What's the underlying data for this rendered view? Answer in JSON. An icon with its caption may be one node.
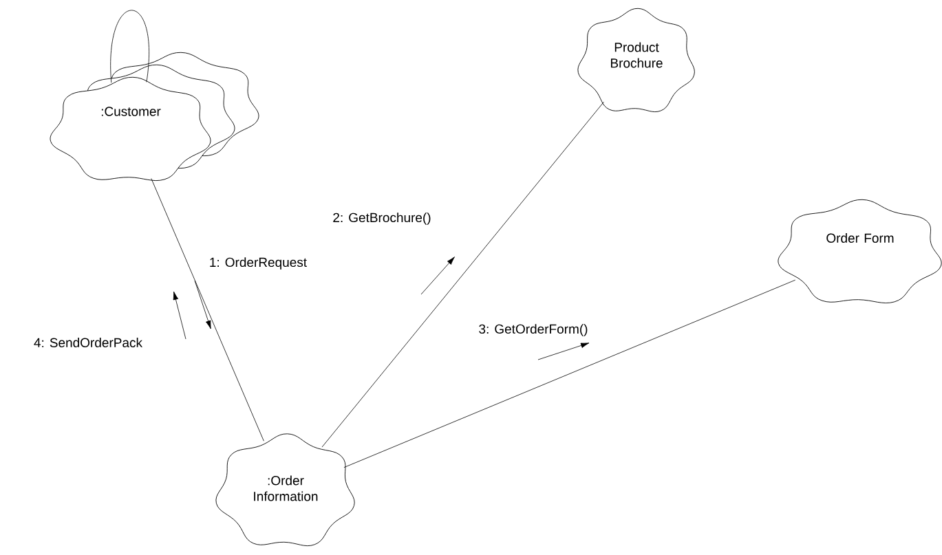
{
  "diagram": {
    "nodes": [
      {
        "text": [
          ":Customer"
        ]
      },
      {
        "text": [
          "Product Brochure"
        ]
      },
      {
        "text": [
          "Order Form"
        ]
      },
      {
        "text": [
          ":Order Information"
        ]
      }
    ],
    "edges": [
      {
        "from": 0,
        "to": 0,
        "arrow": "none"
      },
      {
        "from": 0,
        "to": 3,
        "arrow": "none"
      },
      {
        "from": 3,
        "to": 1,
        "arrow": "none"
      },
      {
        "from": 3,
        "to": 2,
        "arrow": "none"
      }
    ],
    "labels": [
      "2: GetBrochure()",
      "1: OrderRequest",
      "3: GetOrderForm()",
      "4: SendOrderPack"
    ]
  }
}
